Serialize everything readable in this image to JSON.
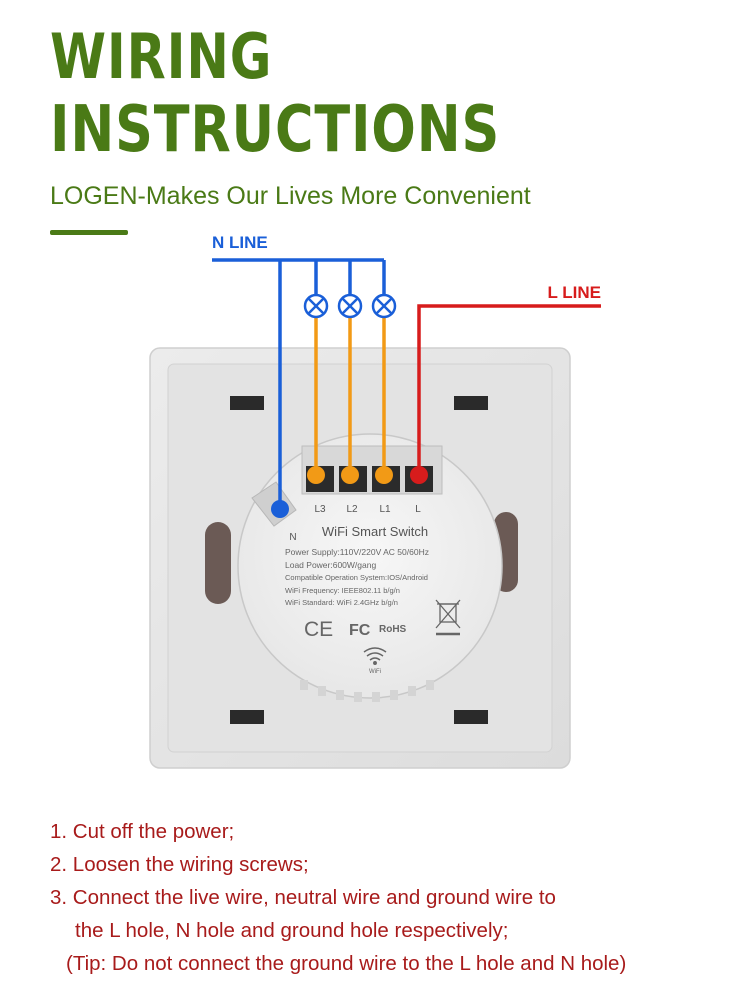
{
  "header": {
    "title_line1": "WIRING",
    "title_line2": "INSTRUCTIONS",
    "subtitle": "LOGEN-Makes Our Lives More Convenient"
  },
  "diagram": {
    "n_line_label": "N LINE",
    "l_line_label": "L LINE",
    "terminals": [
      "L3",
      "L2",
      "L1",
      "L"
    ],
    "neutral_label": "N",
    "module_title": "WiFi Smart Switch",
    "specs": [
      "Power Supply:110V/220V AC  50/60Hz",
      "Load Power:600W/gang",
      "Compatible Operation System:IOS/Android",
      "WiFi Frequency: IEEE802.11 b/g/n",
      "WiFi Standard: WiFi 2.4GHz b/g/n"
    ],
    "marks": {
      "ce": "CE",
      "fc": "FC",
      "rohs": "RoHS"
    },
    "wifi_label": "WiFi",
    "colors": {
      "n_line": "#1a5fd8",
      "l_line": "#d71c1c",
      "load": "#f29a16",
      "title_green": "#4a7a16",
      "instruction_text": "#a81b1b"
    }
  },
  "instructions": {
    "step1": "1. Cut off the power;",
    "step2": "2. Loosen the wiring screws;",
    "step3a": "3. Connect the live wire, neutral wire and ground wire to",
    "step3b": "the L hole, N hole and ground hole respectively;",
    "tip": "(Tip: Do not connect the ground wire to the L hole and N hole)"
  }
}
